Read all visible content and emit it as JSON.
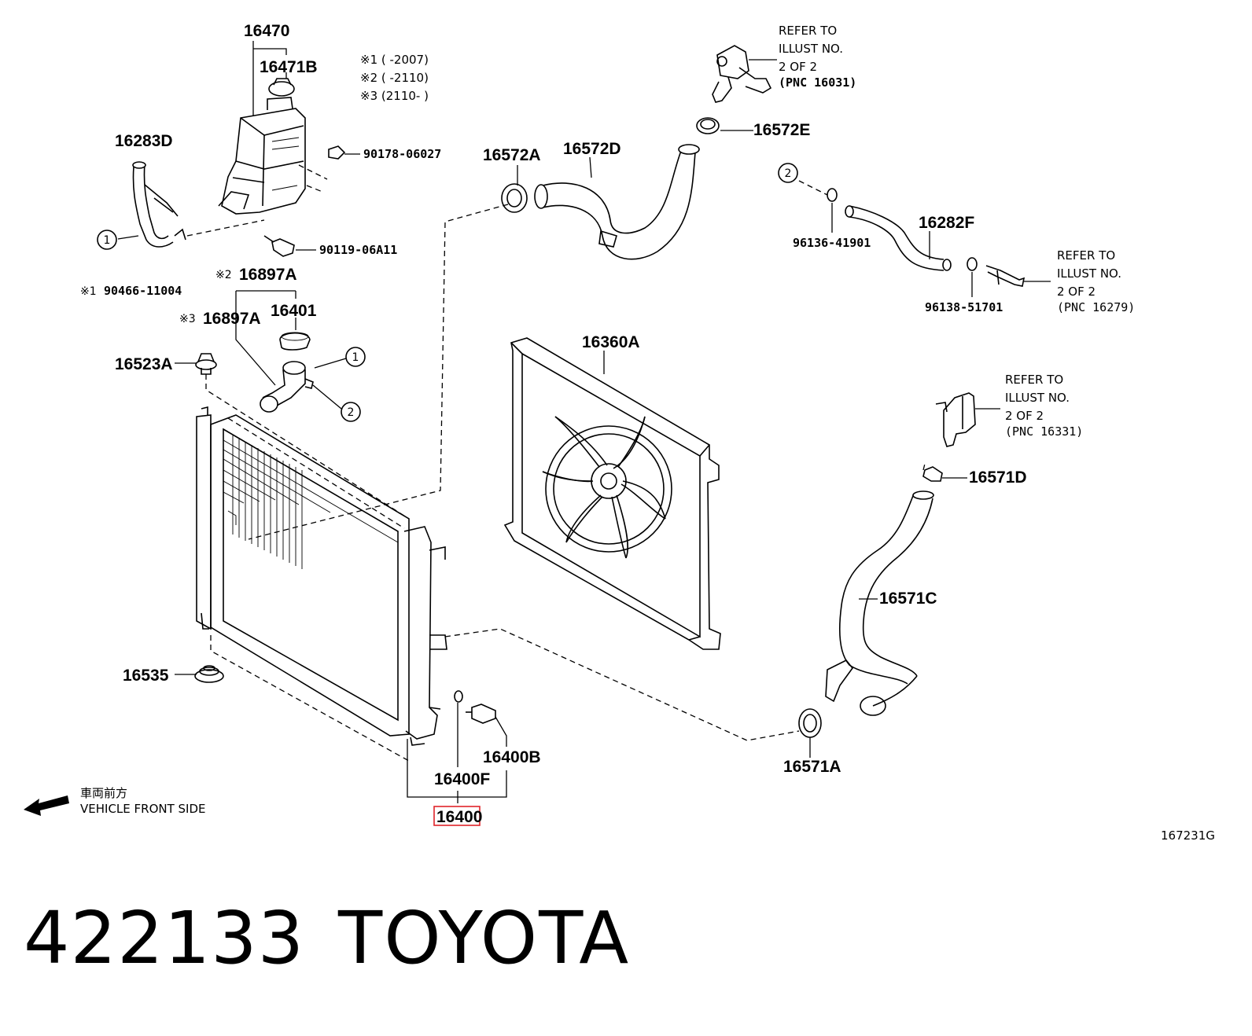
{
  "labels": {
    "p16470": "16470",
    "p16471B": "16471B",
    "p16283D": "16283D",
    "p90178": "90178-06027",
    "p90119": "90119-06A11",
    "p90466": "90466-11004",
    "p16897A_a": "16897A",
    "p16897A_b": "16897A",
    "p16401": "16401",
    "p16523A": "16523A",
    "p16535": "16535",
    "p16572A": "16572A",
    "p16572D": "16572D",
    "p16572E": "16572E",
    "p16282F": "16282F",
    "p96136": "96136-41901",
    "p96138": "96138-51701",
    "p16360A": "16360A",
    "p16571D": "16571D",
    "p16571C": "16571C",
    "p16571A": "16571A",
    "p16400B": "16400B",
    "p16400F": "16400F",
    "p16400": "16400"
  },
  "notes": {
    "n1": "※1 (        -2007)",
    "n2": "※2 (        -2110)",
    "n3": "※3 (2110-         )",
    "mark1": "※1",
    "mark2": "※2",
    "mark3": "※3"
  },
  "refs": {
    "ref_top": [
      "REFER TO",
      "ILLUST NO.",
      "2 OF 2",
      "(PNC 16031)"
    ],
    "ref_right": [
      "REFER TO",
      "ILLUST NO.",
      "2 OF 2",
      "(PNC 16279)"
    ],
    "ref_mid": [
      "REFER TO",
      "ILLUST NO.",
      "2 OF 2",
      "(PNC 16331)"
    ]
  },
  "circles": {
    "c1": "1",
    "c2": "2"
  },
  "direction": {
    "japanese": "車両前方",
    "english": "VEHICLE FRONT SIDE"
  },
  "illustration_code": "167231G",
  "footer": {
    "code": "422133",
    "brand": "TOYOTA"
  },
  "highlight_color": "#e0242a"
}
